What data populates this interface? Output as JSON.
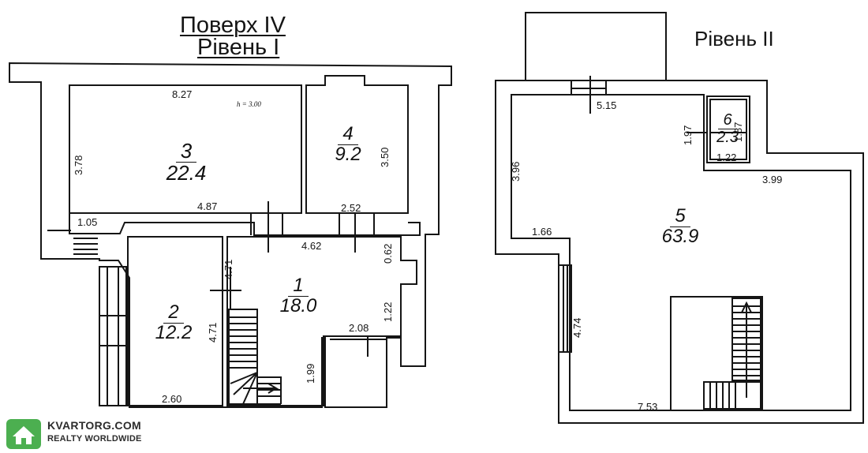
{
  "titles": {
    "floor": "Поверх  IV",
    "level1": "Рівень І",
    "level2": "Рівень ІІ"
  },
  "ceiling_height": "h = 3.00",
  "rooms": [
    {
      "id": "room-3",
      "number": "3",
      "area": "22.4"
    },
    {
      "id": "room-4",
      "number": "4",
      "area": "9.2"
    },
    {
      "id": "room-2",
      "number": "2",
      "area": "12.2"
    },
    {
      "id": "room-1",
      "number": "1",
      "area": "18.0"
    },
    {
      "id": "room-5",
      "number": "5",
      "area": "63.9"
    },
    {
      "id": "room-6",
      "number": "6",
      "area": "2.3"
    }
  ],
  "dimensions": {
    "d_8_27": "8.27",
    "d_3_78": "3.78",
    "d_4_87": "4.87",
    "d_1_05": "1.05",
    "d_3_50": "3.50",
    "d_2_52": "2.52",
    "d_4_62": "4.62",
    "d_0_62": "0.62",
    "d_4_71_a": "4.71",
    "d_4_71_b": "4.71",
    "d_1_22_a": "1.22",
    "d_2_08": "2.08",
    "d_1_99": "1.99",
    "d_2_60": "2.60",
    "d_5_15": "5.15",
    "d_1_97": "1.97",
    "d_1_87": "1.87",
    "d_1_22_b": "1.22",
    "d_3_99": "3.99",
    "d_3_96": "3.96",
    "d_1_66": "1.66",
    "d_4_74": "4.74",
    "d_7_53": "7.53"
  },
  "watermark": {
    "site": "KVARTORG.COM",
    "tagline": "REALTY WORLDWIDE"
  },
  "colors": {
    "ink": "#151515",
    "paper": "#ffffff",
    "logo_green": "#4caf50"
  },
  "icons": {
    "logo": "house-icon"
  }
}
